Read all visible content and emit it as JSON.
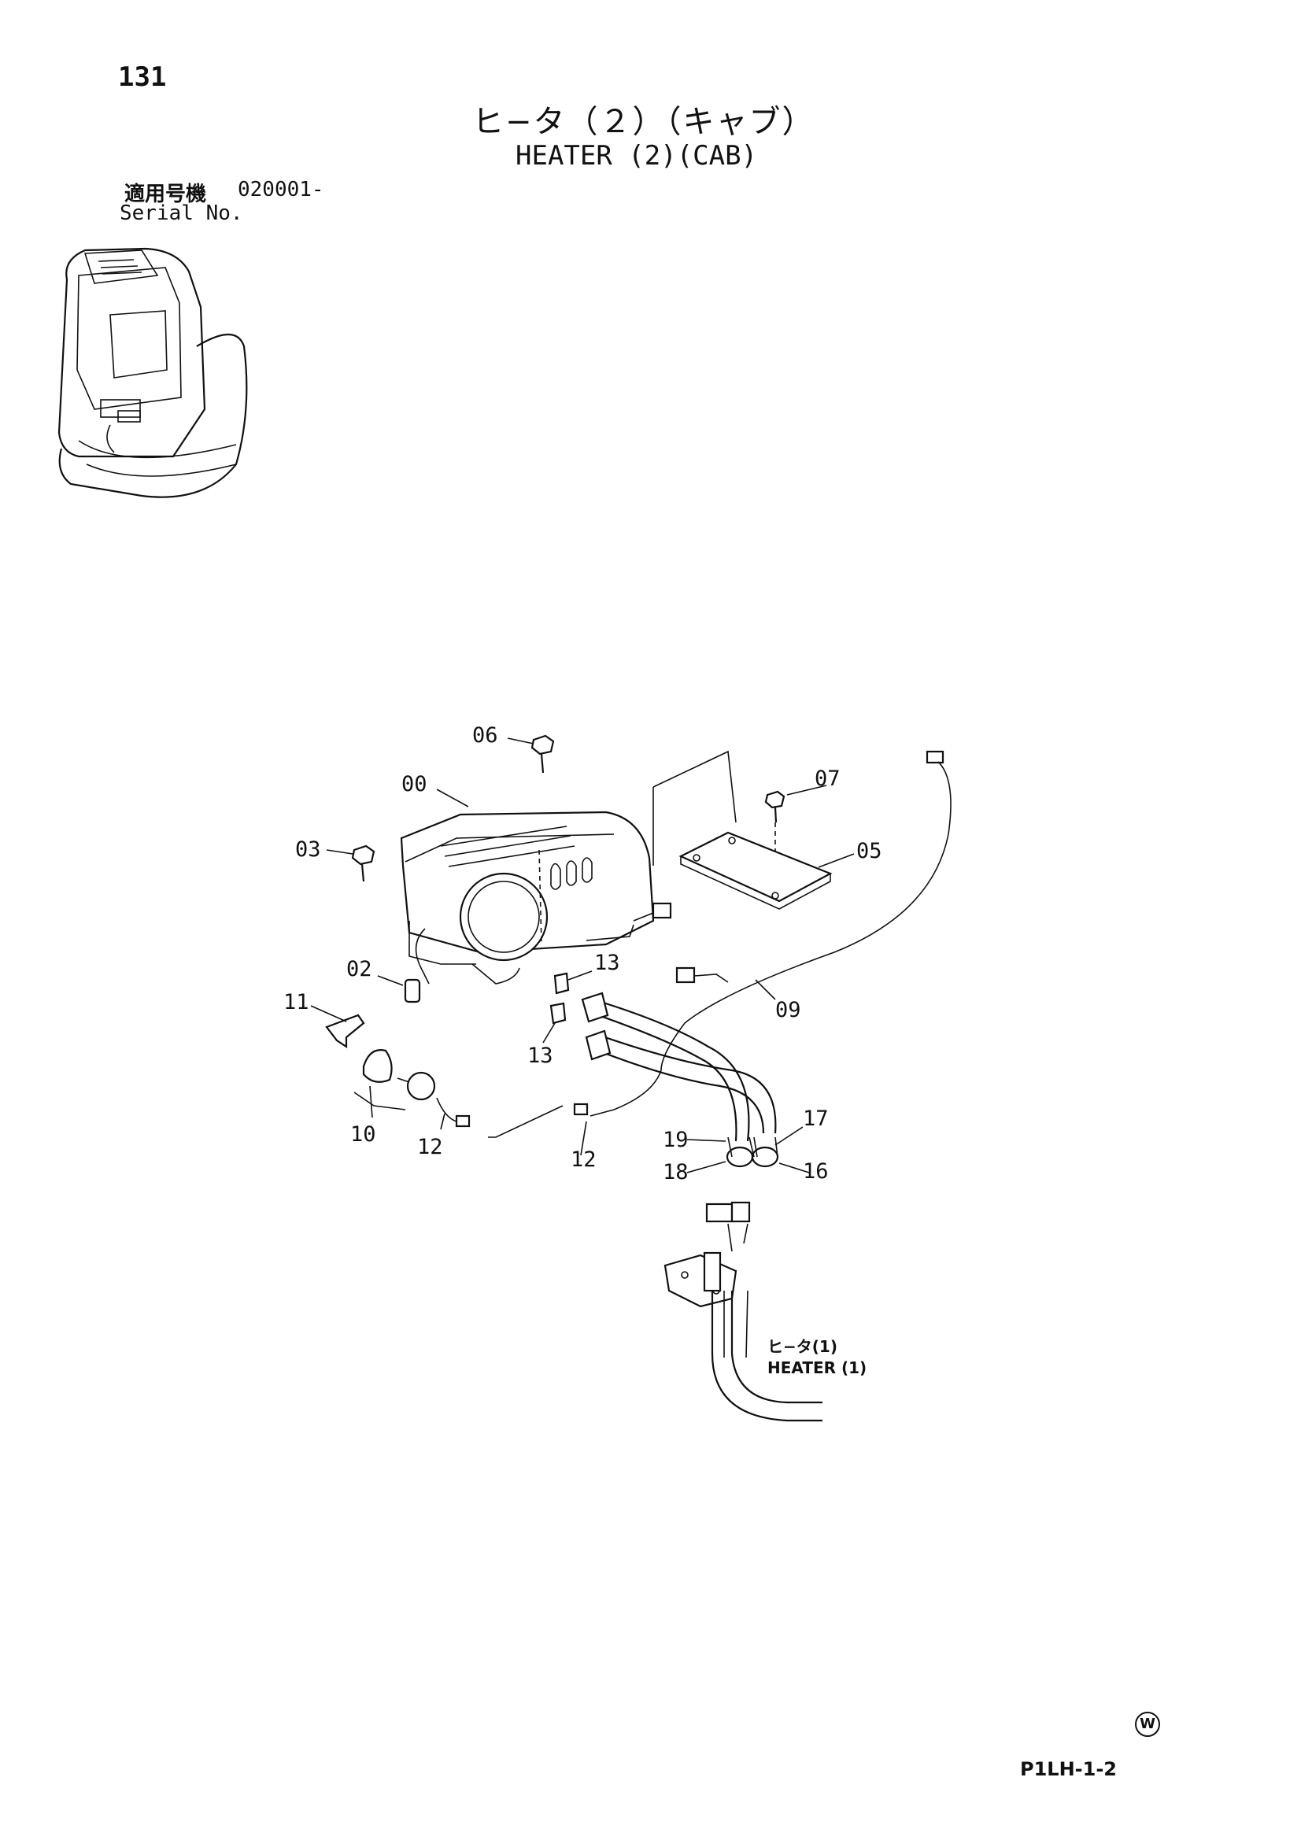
{
  "page": {
    "number": "131",
    "title_jp": "ヒ−タ（２）（キャブ）",
    "title_en": "HEATER (2)(CAB)",
    "serial_label_jp": "適用号機",
    "serial_value": "020001-",
    "serial_label_en": "Serial No."
  },
  "callouts": [
    "00",
    "02",
    "03",
    "05",
    "06",
    "07",
    "09",
    "10",
    "11",
    "12",
    "12",
    "13",
    "13",
    "16",
    "17",
    "18",
    "19"
  ],
  "reference": {
    "text_jp": "ヒ−タ(1)",
    "text_en": "HEATER (1)"
  },
  "footer": {
    "mark": "W",
    "code": "P1LH-1-2"
  }
}
